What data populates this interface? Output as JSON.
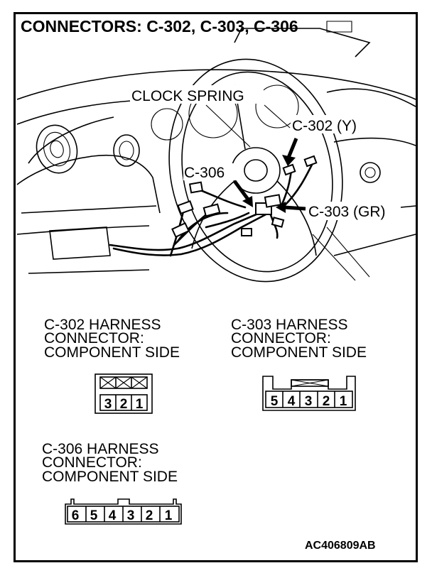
{
  "title": "CONNECTORS: C-302, C-303, C-306",
  "callouts": {
    "clock_spring": "CLOCK SPRING",
    "c302": "C-302 (Y)",
    "c306": "C-306",
    "c303": "C-303 (GR)"
  },
  "connectors": {
    "c302": {
      "header": [
        "C-302 HARNESS",
        "CONNECTOR:",
        "COMPONENT SIDE"
      ],
      "pins": [
        "3",
        "2",
        "1"
      ]
    },
    "c303": {
      "header": [
        "C-303 HARNESS",
        "CONNECTOR:",
        "COMPONENT SIDE"
      ],
      "pins": [
        "5",
        "4",
        "3",
        "2",
        "1"
      ]
    },
    "c306": {
      "header": [
        "C-306 HARNESS",
        "CONNECTOR:",
        "COMPONENT SIDE"
      ],
      "pins": [
        "6",
        "5",
        "4",
        "3",
        "2",
        "1"
      ]
    }
  },
  "figure_code": "AC406809AB",
  "colors": {
    "line": "#000000",
    "background": "#ffffff"
  }
}
